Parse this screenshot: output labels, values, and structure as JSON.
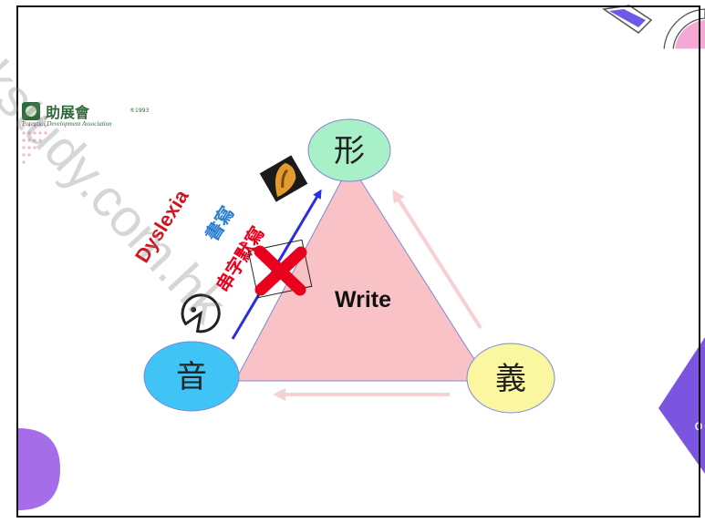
{
  "diagram": {
    "center_label": "Write",
    "nodes": [
      {
        "id": "form",
        "label": "形",
        "color": "#a8f0c8"
      },
      {
        "id": "sound",
        "label": "音",
        "color": "#3fc4f5"
      },
      {
        "id": "meaning",
        "label": "義",
        "color": "#fbf7a0"
      }
    ],
    "side_labels": {
      "dyslexia": "Dyslexia",
      "read_write": "書寫",
      "dictation": "串字默寫"
    }
  },
  "logo": {
    "org_name": "助展會",
    "year": "®1993",
    "tagline": "Potential Development Association"
  },
  "watermark": "hkstudy.com.hk",
  "side_badge": "o",
  "colors": {
    "triangle_fill": "#f8c2c6",
    "blue_arrow": "#2b2de0",
    "pink_arrow": "#f7d0d4",
    "cross_red": "#e8001c",
    "dyslexia_red": "#d5131b",
    "read_write_blue": "#2a7dd0",
    "purple_shape": "#a56ee8"
  }
}
